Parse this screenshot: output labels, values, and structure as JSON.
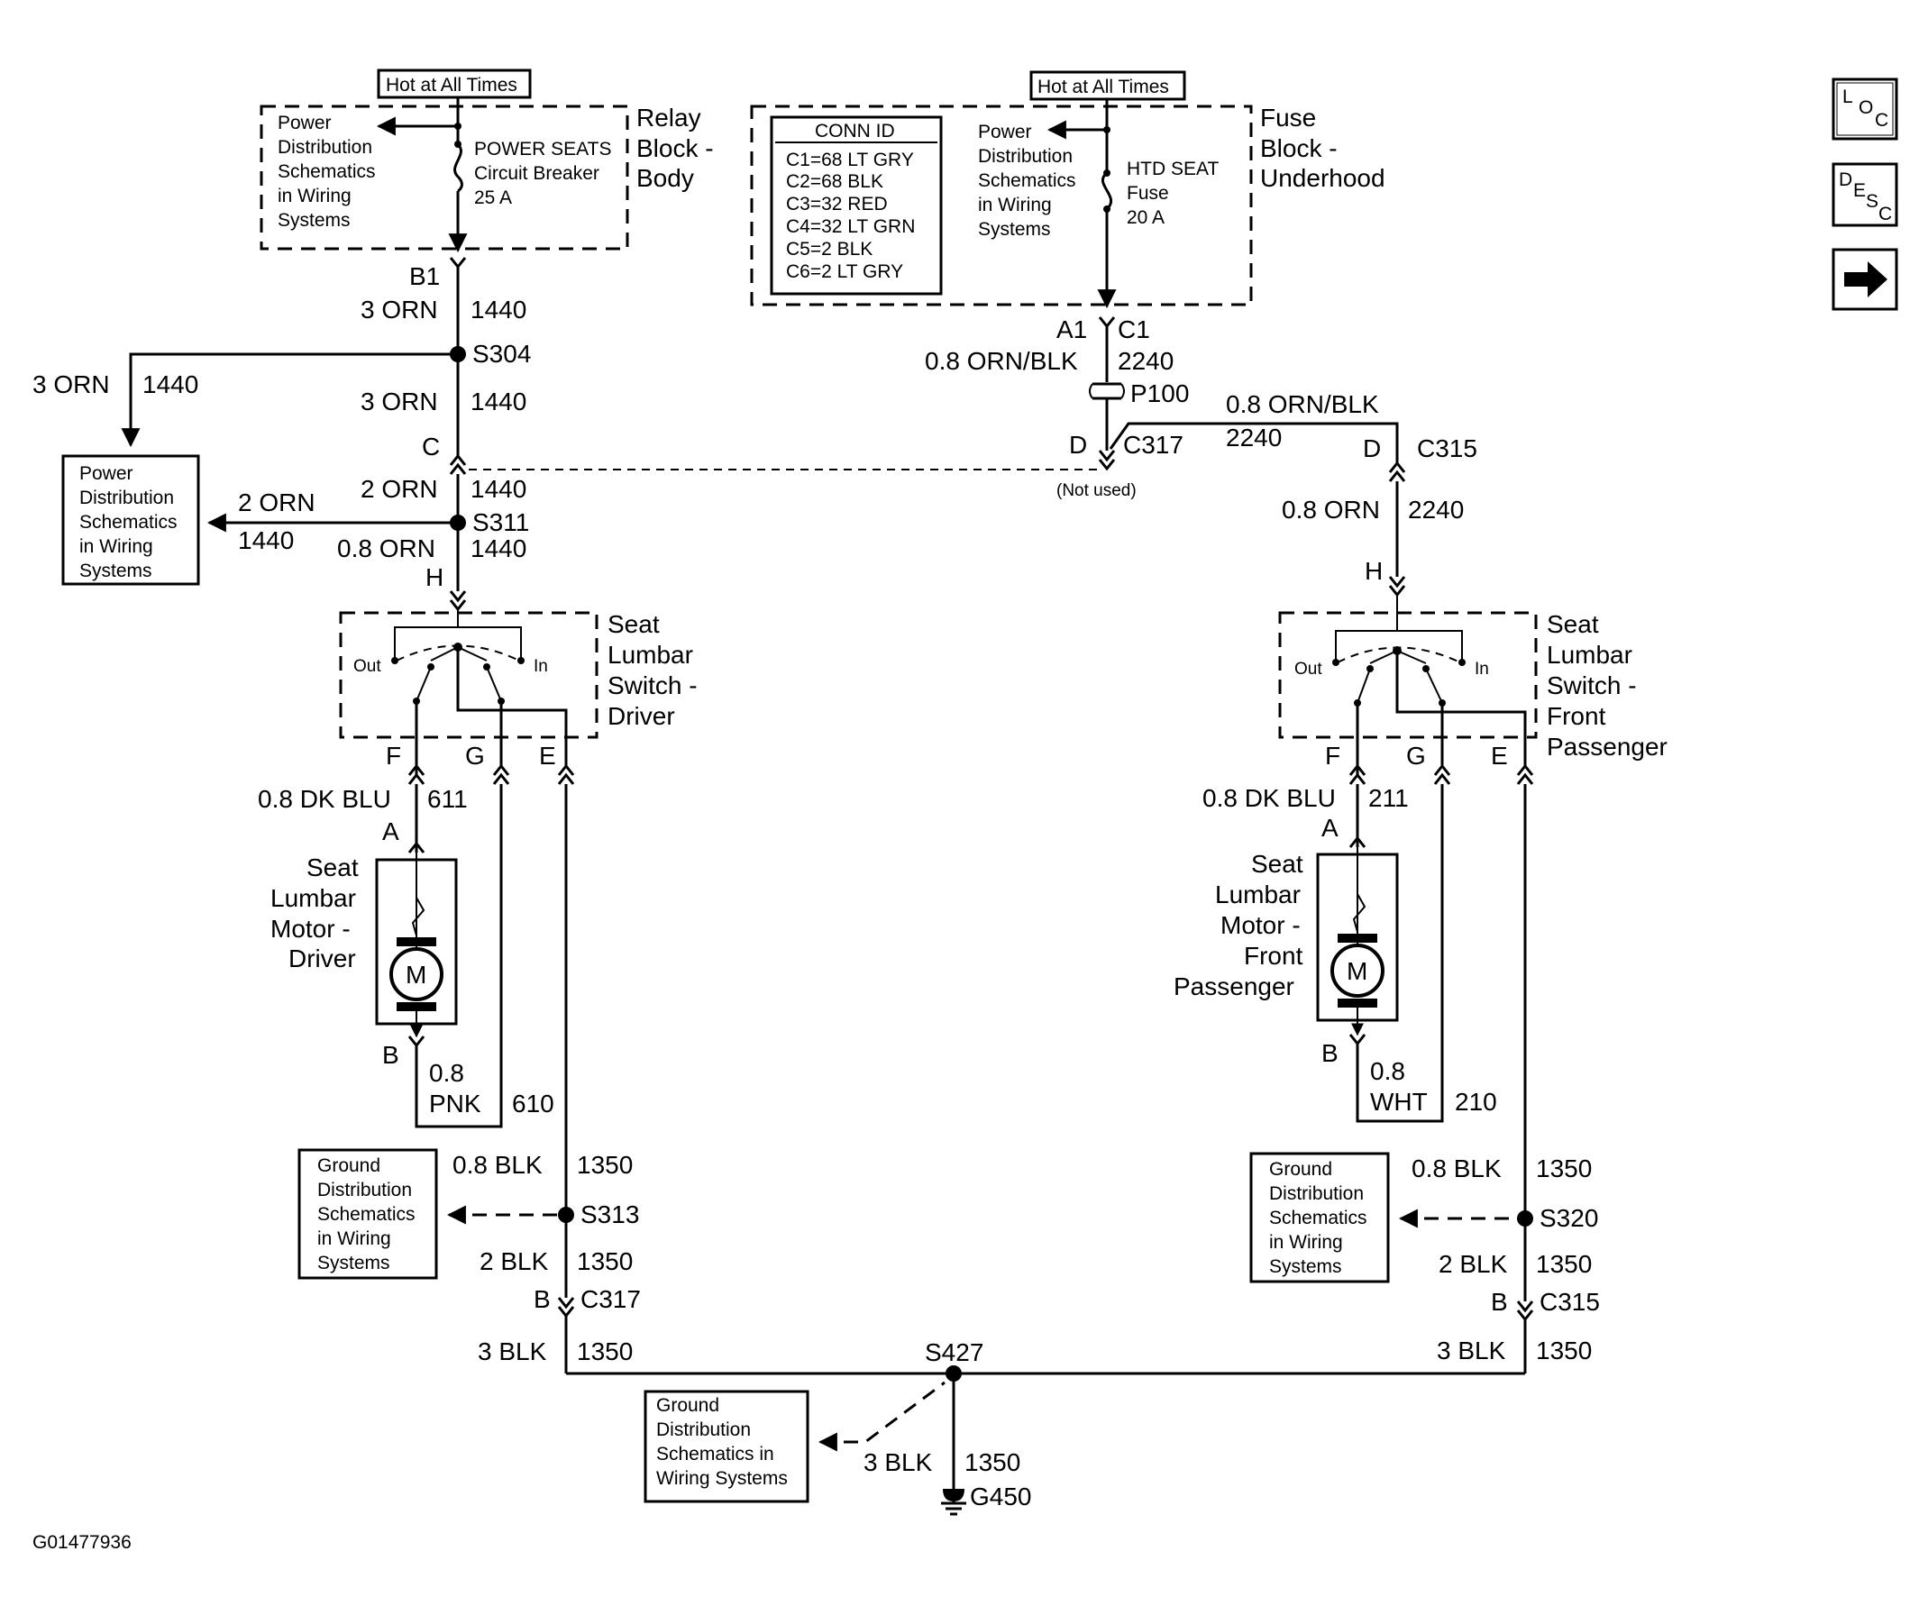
{
  "figure_id": "G01477936",
  "nav": {
    "loc_label": "LOC",
    "desc_label": "DESC",
    "next_icon": "right-arrow-icon"
  },
  "hot_at_all_times": "Hot at All Times",
  "relay_block": {
    "title": [
      "Relay",
      "Block -",
      "Body"
    ],
    "power_dist": [
      "Power",
      "Distribution",
      "Schematics",
      "in Wiring",
      "Systems"
    ],
    "breaker": [
      "POWER SEATS",
      "Circuit Breaker",
      "25 A"
    ]
  },
  "fuse_block": {
    "title": [
      "Fuse",
      "Block -",
      "Underhood"
    ],
    "conn_id_title": "CONN ID",
    "conn_ids": [
      "C1=68 LT GRY",
      "C2=68 BLK",
      "C3=32 RED",
      "C4=32 LT GRN",
      "C5=2 BLK",
      "C6=2 LT GRY"
    ],
    "power_dist": [
      "Power",
      "Distribution",
      "Schematics",
      "in Wiring",
      "Systems"
    ],
    "fuse": [
      "HTD SEAT",
      "Fuse",
      "20 A"
    ]
  },
  "left": {
    "b1": "B1",
    "w1": {
      "color": "3 ORN",
      "circuit": "1440"
    },
    "s304": "S304",
    "branch": {
      "color": "3 ORN",
      "circuit": "1440"
    },
    "branch_box": [
      "Power",
      "Distribution",
      "Schematics",
      "in Wiring",
      "Systems"
    ],
    "w2": {
      "color": "3 ORN",
      "circuit": "1440"
    },
    "c": "C",
    "w3": {
      "color": "2 ORN",
      "circuit": "1440"
    },
    "s311": "S311",
    "branch2": {
      "color": "2 ORN",
      "circuit": "1440"
    },
    "w4": {
      "color": "0.8 ORN",
      "circuit": "1440"
    },
    "h": "H",
    "switch_title": [
      "Seat",
      "Lumbar",
      "Switch -",
      "Driver"
    ],
    "out": "Out",
    "in": "In",
    "pins": {
      "f": "F",
      "g": "G",
      "e": "E"
    },
    "w_blu": {
      "color": "0.8 DK BLU",
      "circuit": "611"
    },
    "a": "A",
    "motor_title": [
      "Seat",
      "Lumbar",
      "Motor -",
      "Driver"
    ],
    "motor": "M",
    "b": "B",
    "w_pnk": {
      "gauge": "0.8",
      "color": "PNK",
      "circuit": "610"
    },
    "ground_box": [
      "Ground",
      "Distribution",
      "Schematics",
      "in Wiring",
      "Systems"
    ],
    "w_blk1": {
      "color": "0.8 BLK",
      "circuit": "1350"
    },
    "s313": "S313",
    "w_blk2": {
      "color": "2 BLK",
      "circuit": "1350"
    },
    "conn_b": "B",
    "c317": "C317",
    "w_blk3": {
      "color": "3 BLK",
      "circuit": "1350"
    }
  },
  "right": {
    "a1": "A1",
    "c1": "C1",
    "w1": {
      "color": "0.8 ORN/BLK",
      "circuit": "2240"
    },
    "p100": "P100",
    "w2": {
      "color": "0.8 ORN/BLK",
      "circuit": "2240"
    },
    "d_c317": "D",
    "c317": "C317",
    "not_used": "(Not used)",
    "d_c315": "D",
    "c315": "C315",
    "w3": {
      "color": "0.8 ORN",
      "circuit": "2240"
    },
    "h": "H",
    "switch_title": [
      "Seat",
      "Lumbar",
      "Switch -",
      "Front",
      "Passenger"
    ],
    "out": "Out",
    "in": "In",
    "pins": {
      "f": "F",
      "g": "G",
      "e": "E"
    },
    "w_blu": {
      "color": "0.8 DK BLU",
      "circuit": "211"
    },
    "a": "A",
    "motor_title": [
      "Seat",
      "Lumbar",
      "Motor -",
      "Front",
      "Passenger"
    ],
    "motor": "M",
    "b": "B",
    "w_wht": {
      "gauge": "0.8",
      "color": "WHT",
      "circuit": "210"
    },
    "ground_box": [
      "Ground",
      "Distribution",
      "Schematics",
      "in Wiring",
      "Systems"
    ],
    "w_blk1": {
      "color": "0.8 BLK",
      "circuit": "1350"
    },
    "s320": "S320",
    "w_blk2": {
      "color": "2 BLK",
      "circuit": "1350"
    },
    "conn_b": "B",
    "w_blk3": {
      "color": "3 BLK",
      "circuit": "1350"
    }
  },
  "bottom": {
    "s427": "S427",
    "ground_box": [
      "Ground",
      "Distribution",
      "Schematics in",
      "Wiring Systems"
    ],
    "w": {
      "color": "3 BLK",
      "circuit": "1350"
    },
    "g450": "G450"
  }
}
